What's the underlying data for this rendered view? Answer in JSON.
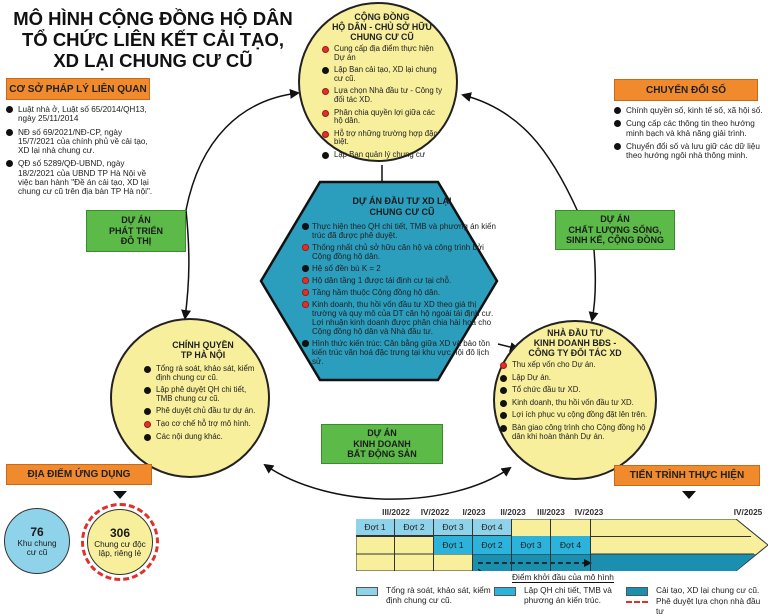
{
  "title": [
    "MÔ HÌNH CỘNG ĐỒNG HỘ DÂN",
    "TỔ CHỨC LIÊN KẾT CẢI TẠO,",
    "XD LẠI CHUNG CƯ CŨ"
  ],
  "legal_basis": {
    "header": "CƠ SỞ PHÁP LÝ LIÊN QUAN",
    "items": [
      "Luật nhà ở, Luật số 65/2014/QH13, ngày 25/11/2014",
      "NĐ số 69/2021/NĐ-CP, ngày 15/7/2021 của chính phủ về cải tạo, XD lại nhà chung cư.",
      "QĐ số 5289/QĐ-UBND, ngày 18/2/2021 của UBND TP Hà Nội về việc ban hành \"Đề án cải tạo, XD lại chung cư cũ trên địa bàn TP Hà nội\"."
    ]
  },
  "digital": {
    "header": "CHUYỂN ĐỔI SỐ",
    "items": [
      "Chính quyền số, kinh tế số, xã hội số.",
      "Cung cấp các thông tin theo hướng minh bạch và khả năng giải trình.",
      "Chuyển đổi số và lưu giữ các dữ liệu theo hướng ngôi nhà thông minh."
    ]
  },
  "community": {
    "title": [
      "CỘNG ĐỒNG",
      "HỘ DÂN - CHỦ SỞ HỮU",
      "CHUNG CƯ CŨ"
    ],
    "items": [
      {
        "text": "Cung cấp địa điểm thực hiện Dự án",
        "color": "red"
      },
      {
        "text": "Lập Ban cải tạo, XD lại chung cư cũ.",
        "color": "black"
      },
      {
        "text": "Lựa chọn Nhà đầu tư - Công ty đối tác XD.",
        "color": "red"
      },
      {
        "text": "Phân chia quyền lợi giữa các hộ dân.",
        "color": "red"
      },
      {
        "text": "Hỗ trợ những trường hợp đặc biệt.",
        "color": "red"
      },
      {
        "text": "Lập Ban quản lý chung cư",
        "color": "black"
      }
    ]
  },
  "government": {
    "title": [
      "CHÍNH QUYỀN",
      "TP HÀ NỘI"
    ],
    "items": [
      {
        "text": "Tổng rà soát, khảo sát, kiểm định chung cư cũ.",
        "color": "black"
      },
      {
        "text": "Lập phê duyệt QH chi tiết, TMB chung cư cũ.",
        "color": "black"
      },
      {
        "text": "Phê duyệt chủ đầu tư dự án.",
        "color": "black"
      },
      {
        "text": "Tạo cơ chế hỗ trợ mô hình.",
        "color": "red"
      },
      {
        "text": "Các nội dung khác.",
        "color": "black"
      }
    ]
  },
  "investor": {
    "title": [
      "NHÀ ĐẦU TƯ",
      "KINH DOANH BĐS -",
      "CÔNG TY ĐỐI TÁC XD"
    ],
    "items": [
      {
        "text": "Thu xếp vốn cho Dự án.",
        "color": "red"
      },
      {
        "text": "Lập Dự án.",
        "color": "black"
      },
      {
        "text": "Tổ chức đầu tư XD.",
        "color": "black"
      },
      {
        "text": "Kinh doanh, thu hồi vốn đầu tư XD.",
        "color": "black"
      },
      {
        "text": "Lợi ích phục vụ cộng đồng đặt lên trên.",
        "color": "black"
      },
      {
        "text": "Bàn giao công trình cho Cộng đồng hộ dân khi hoàn thành Dự án.",
        "color": "black"
      }
    ]
  },
  "center": {
    "title": [
      "DỰ ÁN ĐẦU TƯ XD LẠI",
      "CHUNG CƯ CŨ"
    ],
    "items": [
      {
        "text": "Thực hiện theo QH chi tiết, TMB và phương án kiến trúc đã được phê duyệt.",
        "color": "black"
      },
      {
        "text": "Thống nhất chủ sở hữu căn hộ và công trình bởi Cộng đồng hộ dân.",
        "color": "red"
      },
      {
        "text": "Hệ số đền bù K = 2",
        "color": "black"
      },
      {
        "text": "Hộ dân tầng 1 được tái định cư tại chỗ.",
        "color": "red"
      },
      {
        "text": "Tầng hầm thuộc Cộng đồng hộ dân.",
        "color": "red"
      },
      {
        "text": "Kinh doanh, thu hồi vốn đầu tư XD theo giá thị trường và quy mô của DT căn hộ ngoài tái định cư. Lợi nhuận kinh doanh được phân chia hài hoà cho Cộng đồng hộ dân và Nhà đầu tư.",
        "color": "red"
      },
      {
        "text": "Hình thức kiến trúc: Cân bằng giữa XD và bảo tồn kiến trúc văn hoá đặc trưng tại khu vực nội đô lịch sử.",
        "color": "black"
      }
    ]
  },
  "projects": {
    "urban": [
      "DỰ ÁN",
      "PHÁT TRIỂN",
      "ĐÔ THỊ"
    ],
    "quality": [
      "DỰ ÁN",
      "CHẤT LƯỢNG SỐNG,",
      "SINH KẾ, CỘNG ĐỒNG"
    ],
    "real_estate": [
      "DỰ ÁN",
      "KINH DOANH",
      "BẤT ĐỘNG SẢN"
    ]
  },
  "locations": {
    "header": "ĐỊA ĐIỂM ỨNG DỤNG",
    "stat1": {
      "value": "76",
      "label": [
        "Khu chung",
        "cư cũ"
      ]
    },
    "stat2": {
      "value": "306",
      "label": [
        "Chung cư độc",
        "lập, riêng lẻ"
      ]
    }
  },
  "timeline": {
    "header": "TIẾN TRÌNH THỰC HIỆN",
    "quarters": [
      "III/2022",
      "IV/2022",
      "I/2023",
      "II/2023",
      "III/2023",
      "IV/2023",
      "IV/2025"
    ],
    "row1": [
      "Đợt 1",
      "Đợt 2",
      "Đợt 3",
      "Đợt 4"
    ],
    "row2": [
      "Đợt 1",
      "Đợt 2",
      "Đợt 3",
      "Đợt 4"
    ],
    "start_point_label": "Điểm khởi đầu của mô hình",
    "colors": {
      "survey": "#8fd3ea",
      "planning": "#2bb3dc",
      "construction": "#1a8fb0",
      "pending": "#f7ef9b"
    },
    "legend": [
      {
        "label": "Tổng rà soát, khảo sát, kiểm định chung cư cũ.",
        "key": "survey"
      },
      {
        "label": "Lập QH chi tiết, TMB và phương án kiến trúc.",
        "key": "planning"
      },
      {
        "label": "Cải tạo, XD lại chung cư cũ.",
        "key": "construction"
      },
      {
        "label": "Phê duyệt lựa chọn nhà đầu tư",
        "key": "dashed"
      }
    ]
  },
  "colors": {
    "orange": "#f08a2c",
    "yellow": "#f7ef9b",
    "green": "#5cba48",
    "teal": "#2b9dbd",
    "red": "#e0302a"
  }
}
